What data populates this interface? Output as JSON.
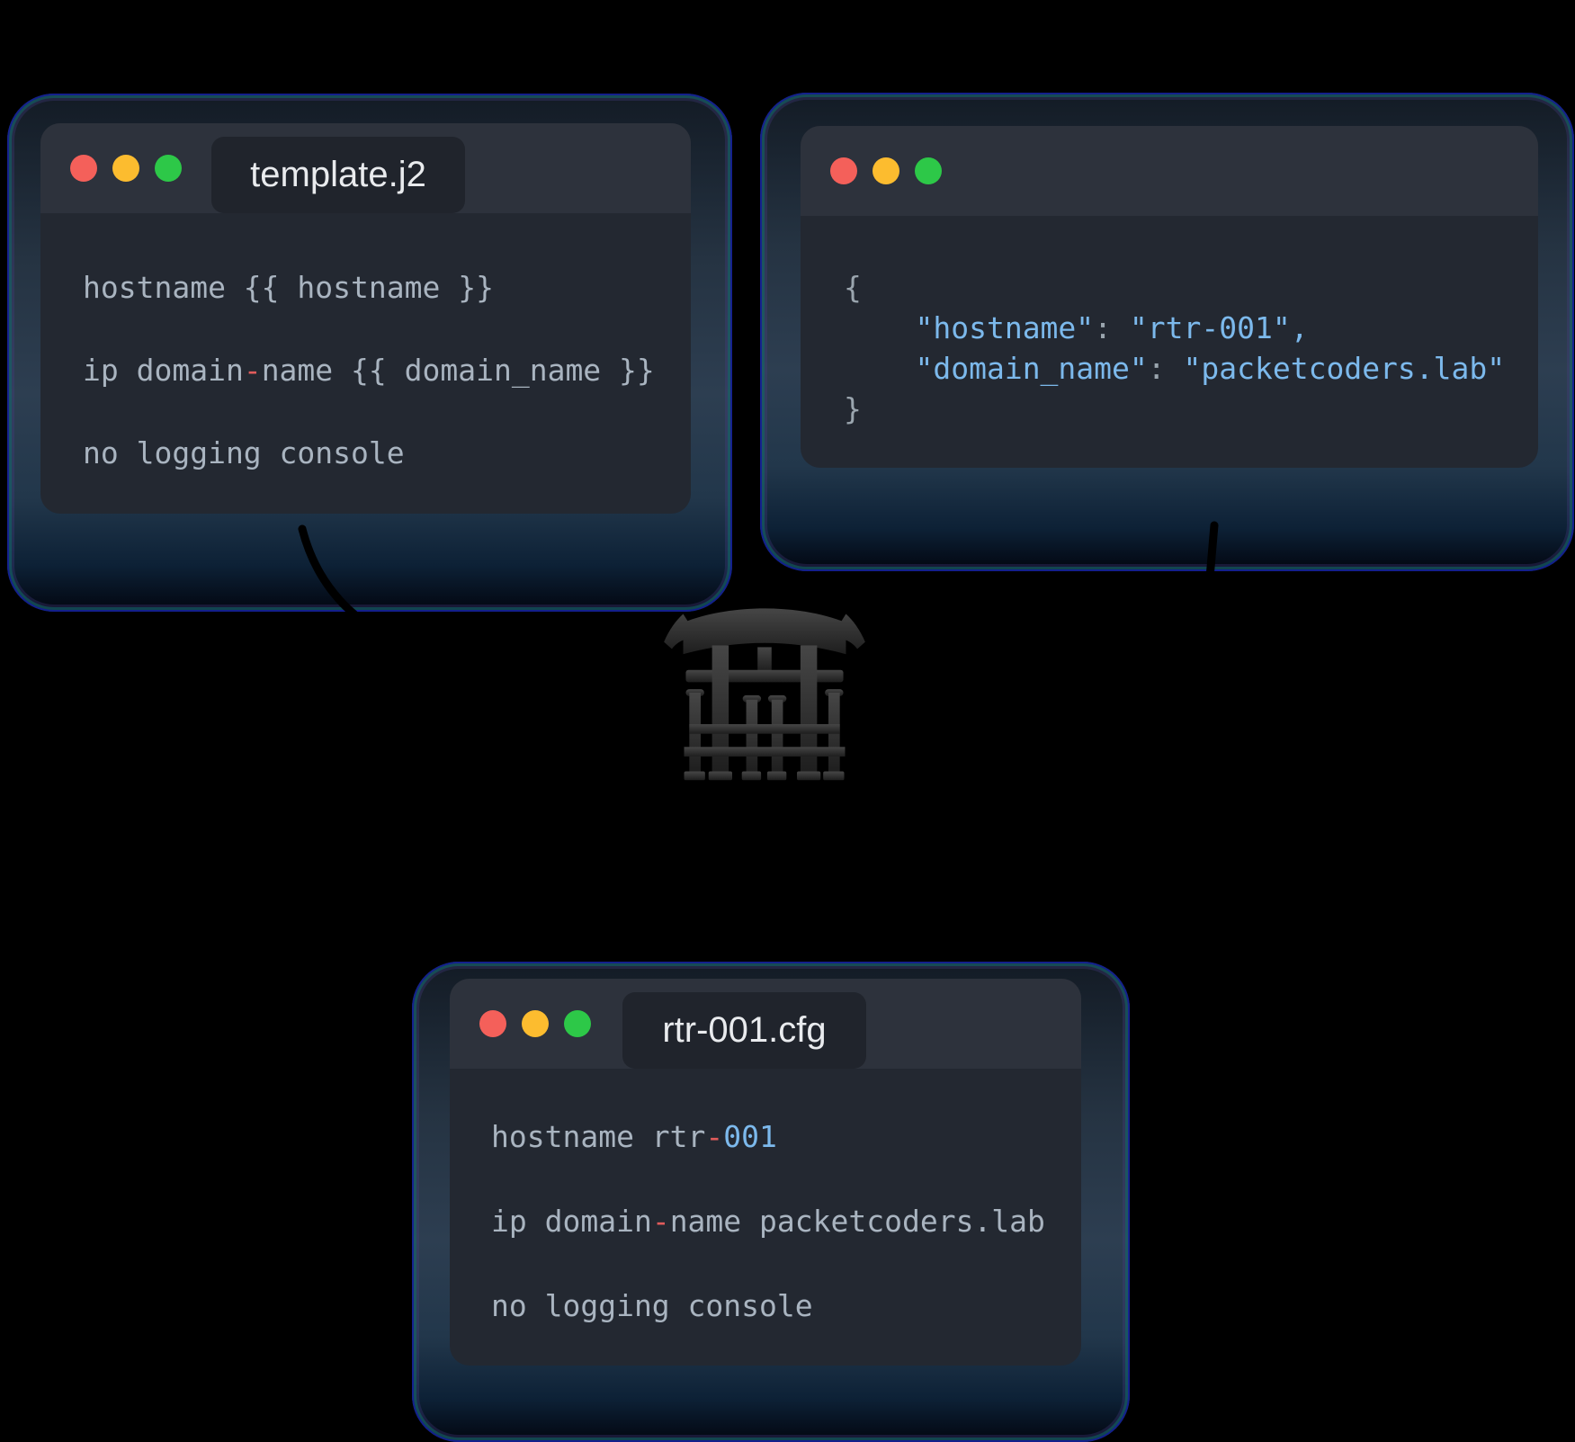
{
  "diagram_title": "jinja-template-rendering-flow",
  "windows": {
    "template": {
      "title": "template.j2",
      "lines": [
        [
          {
            "t": "hostname {{ hostname }}",
            "c": "default"
          }
        ],
        [
          {
            "t": "ip domain",
            "c": "default"
          },
          {
            "t": "-",
            "c": "red"
          },
          {
            "t": "name {{ domain_name }}",
            "c": "default"
          }
        ],
        [
          {
            "t": "no logging console",
            "c": "default"
          }
        ]
      ]
    },
    "data": {
      "title": "",
      "lines": [
        [
          {
            "t": "{",
            "c": "punct"
          }
        ],
        [
          {
            "t": "    ",
            "c": "default"
          },
          {
            "t": "\"hostname\"",
            "c": "blue"
          },
          {
            "t": ": ",
            "c": "punct"
          },
          {
            "t": "\"rtr-001\"",
            "c": "blue"
          },
          {
            "t": ",",
            "c": "blue"
          }
        ],
        [
          {
            "t": "    ",
            "c": "default"
          },
          {
            "t": "\"domain_name\"",
            "c": "blue"
          },
          {
            "t": ": ",
            "c": "punct"
          },
          {
            "t": "\"packetcoders.lab\"",
            "c": "blue"
          }
        ],
        [
          {
            "t": "}",
            "c": "punct"
          }
        ]
      ]
    },
    "output": {
      "title": "rtr-001.cfg",
      "lines": [
        [
          {
            "t": "hostname rtr",
            "c": "default"
          },
          {
            "t": "-",
            "c": "red"
          },
          {
            "t": "001",
            "c": "blue"
          }
        ],
        [
          {
            "t": "ip domain",
            "c": "default"
          },
          {
            "t": "-",
            "c": "red"
          },
          {
            "t": "name packetcoders.lab",
            "c": "default"
          }
        ],
        [
          {
            "t": "no logging console",
            "c": "default"
          }
        ]
      ]
    }
  },
  "code_colors": {
    "default": "#a9b4c0",
    "red": "#e05b5b",
    "blue": "#7cb9ec",
    "punct": "#9aa5ae"
  },
  "colors": {
    "background": "#000000",
    "titlebar": "#2d323c",
    "window_body": "#232831",
    "tab": "#20242c",
    "tab_text": "#e9ebee",
    "halo_blue_ring": "#15159d",
    "halo_teal_ring": "#0c6b64",
    "halo_fill": "#2d3e51",
    "light_red": "#f4605a",
    "light_yellow": "#fcbc2f",
    "light_green": "#2dc848",
    "torii_top": "#464646",
    "torii_bottom": "#1e1e1e",
    "arrow": "#000000"
  },
  "icons": {
    "torii": "jinja-torii-gate",
    "traffic_lights": [
      "close",
      "minimize",
      "maximize"
    ],
    "arrows": [
      "template-to-jinja-arrow",
      "data-to-jinja-arrow"
    ]
  }
}
